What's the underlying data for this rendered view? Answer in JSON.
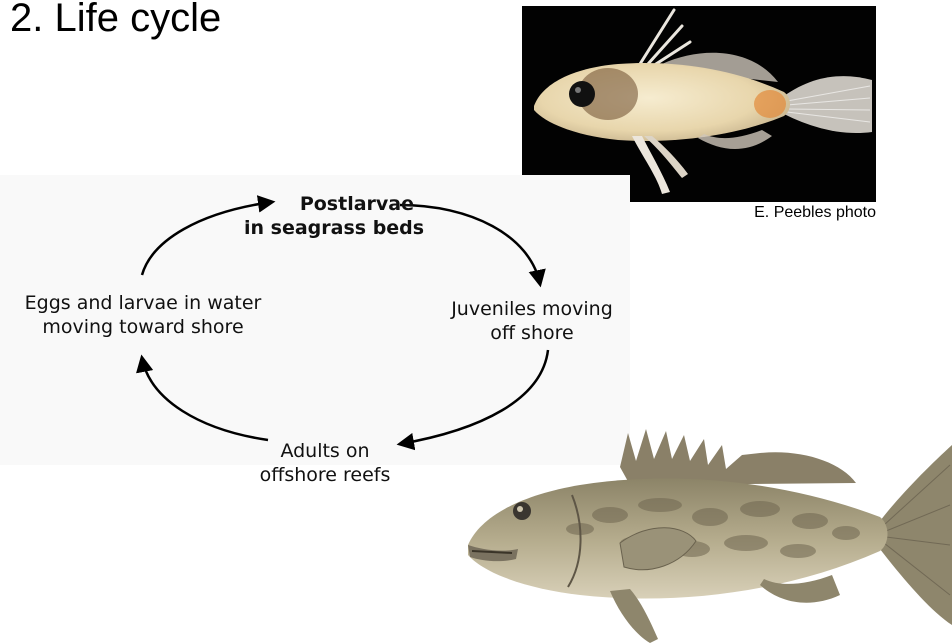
{
  "title": "2.  Life cycle",
  "photo": {
    "credit": "E. Peebles photo",
    "subject": "postlarval-grouper-photo"
  },
  "cycle": {
    "postlarvae": [
      "Postlarvae",
      "in seagrass beds"
    ],
    "juveniles": [
      "Juveniles moving",
      "off shore"
    ],
    "adults": [
      "Adults on",
      "offshore reefs"
    ],
    "eggs": [
      "Eggs and larvae in water",
      "moving toward shore"
    ]
  },
  "illustration": {
    "subject": "adult-grouper-illustration"
  }
}
